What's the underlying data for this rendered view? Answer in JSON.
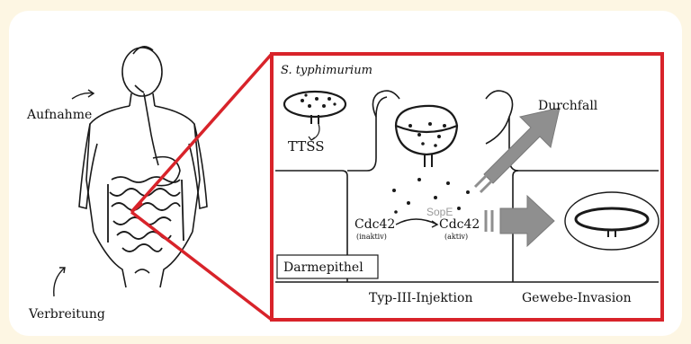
{
  "colors": {
    "background": "#fdf6e3",
    "panel": "#ffffff",
    "frame_red": "#d8232a",
    "arrow_gray": "#8f8f8f",
    "line": "#1a1a1a",
    "sope_gray": "#9a9a9a"
  },
  "body_labels": {
    "aufnahme": "Aufnahme",
    "verbreitung": "Verbreitung"
  },
  "panel_labels": {
    "species": "S. typhimurium",
    "ttss": "TTSS",
    "durchfall": "Durchfall",
    "sope": "SopE",
    "cdc42_left": "Cdc42",
    "cdc42_left_state": "(inaktiv)",
    "cdc42_right": "Cdc42",
    "cdc42_right_state": "(aktiv)",
    "darmepithel": "Darmepithel",
    "typ_iii": "Typ-III-Injektion",
    "gewebe": "Gewebe-Invasion"
  },
  "icons": [
    "human-body-icon",
    "bacterium-icon",
    "arrow-icon"
  ]
}
